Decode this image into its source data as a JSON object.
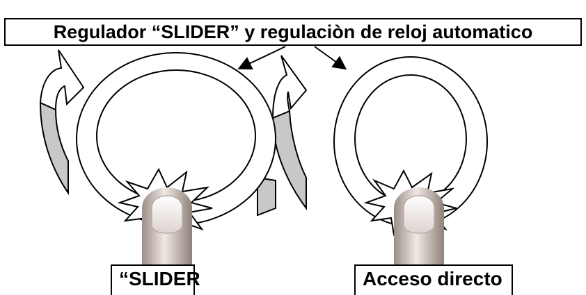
{
  "title": "Regulador “SLIDER” y regulaciòn de reloj automatico",
  "labels": {
    "slider": "“SLIDER",
    "direct": "Acceso directo"
  },
  "colors": {
    "stroke": "#000000",
    "fill": "#ffffff",
    "curl_shade": "#c8c8c8",
    "finger_light": "#efe8e4",
    "finger_dark": "#9d8e88"
  }
}
